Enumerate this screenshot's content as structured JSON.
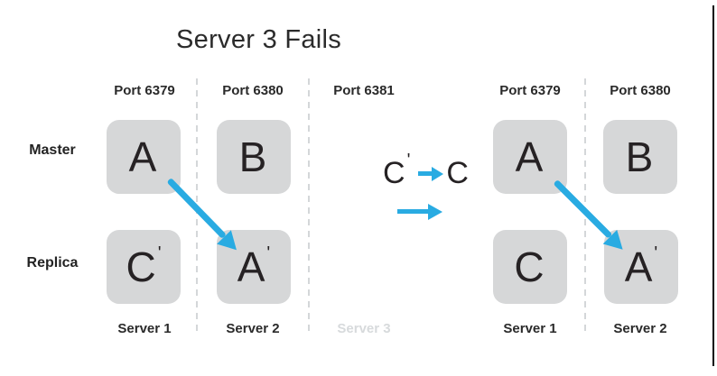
{
  "title": "Server 3 Fails",
  "colors": {
    "accent_blue": "#29abe2",
    "box_gray": "#d6d7d8",
    "muted_gray": "#d7dadc",
    "text_dark": "#2a2a2a"
  },
  "row_labels": {
    "master": "Master",
    "replica": "Replica"
  },
  "left_cluster": {
    "ports": [
      "Port 6379",
      "Port 6380",
      "Port 6381"
    ],
    "master": [
      {
        "letter": "A"
      },
      {
        "letter": "B"
      }
    ],
    "replica": [
      {
        "letter": "C",
        "prime": "'"
      },
      {
        "letter": "A",
        "prime": "'"
      }
    ],
    "servers": [
      "Server 1",
      "Server 2",
      "Server 3"
    ]
  },
  "right_cluster": {
    "ports": [
      "Port 6379",
      "Port 6380"
    ],
    "master": [
      {
        "letter": "A"
      },
      {
        "letter": "B"
      }
    ],
    "replica": [
      {
        "letter": "C"
      },
      {
        "letter": "A",
        "prime": "'"
      }
    ],
    "servers": [
      "Server 1",
      "Server 2"
    ]
  },
  "transition": {
    "from_letter": "C",
    "from_prime": "'",
    "to_letter": "C"
  }
}
